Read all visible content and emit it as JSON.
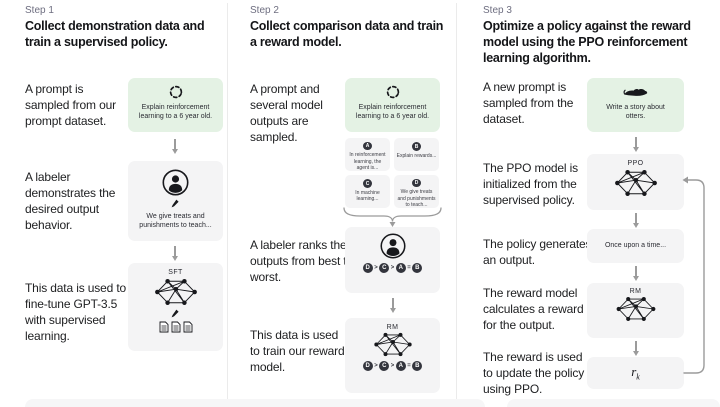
{
  "colors": {
    "background": "#ffffff",
    "green_box": "#e4f2e4",
    "gray_box": "#f4f4f5",
    "chip": "#33353d",
    "text": "#202123",
    "muted": "#6e6e80",
    "arrow": "#9b9b9b",
    "divider": "#ebebeb"
  },
  "icons": {
    "prompt_sample": "dashed-circle",
    "labeler": "person-in-circle",
    "write": "pencil",
    "documents": "three-pages",
    "model": "neural-network",
    "otter": "otter-silhouette",
    "gather": "curly-brace-down"
  },
  "steps": [
    {
      "label": "Step 1",
      "title": "Collect demonstration data and train a supervised policy.",
      "text1": "A prompt is sampled from our prompt dataset.",
      "prompt_caption": "Explain reinforcement learning to a 6 year old.",
      "text2": "A labeler demonstrates the desired output behavior.",
      "labeler_caption": "We give treats and punishments to teach...",
      "text3": "This data is used to fine-tune GPT-3.5 with supervised learning.",
      "sft_tag": "SFT"
    },
    {
      "label": "Step 2",
      "title": "Collect comparison data and train a reward model.",
      "text1": "A prompt and several model outputs are sampled.",
      "prompt_caption": "Explain reinforcement learning to a 6 year old.",
      "outputs": [
        {
          "letter": "A",
          "text": "In reinforcement learning, the agent is..."
        },
        {
          "letter": "B",
          "text": "Explain rewards..."
        },
        {
          "letter": "C",
          "text": "In machine learning..."
        },
        {
          "letter": "D",
          "text": "We give treats and punishments to teach..."
        }
      ],
      "text2": "A labeler ranks the outputs from best to worst.",
      "ranking": [
        "D",
        ">",
        "C",
        ">",
        "A",
        "=",
        "B"
      ],
      "text3": "This data is used to train our reward model.",
      "rm_tag": "RM"
    },
    {
      "label": "Step 3",
      "title": "Optimize a policy against the reward model using the PPO reinforcement learning algorithm.",
      "text1": "A new prompt is sampled from the dataset.",
      "prompt_caption": "Write a story about otters.",
      "text2": "The PPO model is initialized from the supervised policy.",
      "ppo_tag": "PPO",
      "text3": "The policy generates an output.",
      "output_caption": "Once upon a time...",
      "text4": "The reward model calculates a reward for the output.",
      "rm_tag": "RM",
      "text5": "The reward is used to update the policy using PPO.",
      "reward": {
        "base": "r",
        "sub": "k"
      }
    }
  ]
}
